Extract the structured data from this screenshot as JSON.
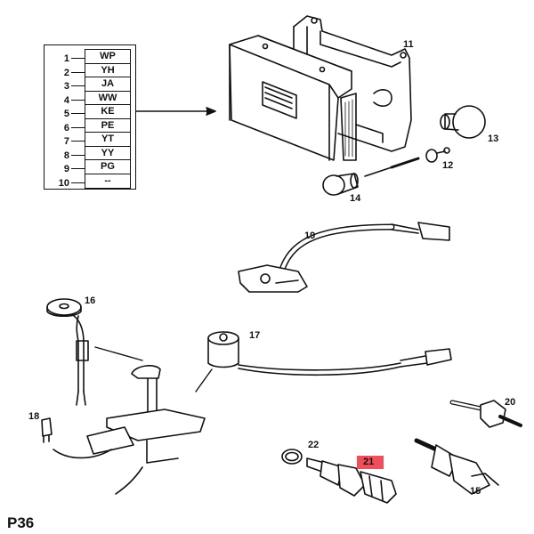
{
  "diagram": {
    "page_id": "P36",
    "connector_codes": {
      "numbers": [
        "1",
        "2",
        "3",
        "4",
        "5",
        "6",
        "7",
        "8",
        "9",
        "10"
      ],
      "codes": [
        "WP",
        "YH",
        "JA",
        "WW",
        "KE",
        "PE",
        "YT",
        "YY",
        "PG",
        "--"
      ]
    },
    "part_labels": {
      "p11": "11",
      "p12": "12",
      "p13": "13",
      "p14": "14",
      "p15": "15",
      "p16": "16",
      "p17": "17",
      "p18": "18",
      "p19": "19",
      "p20": "20",
      "p21": "21",
      "p22": "22"
    },
    "highlighted_part": "21",
    "highlight_color": "#f24d5a"
  }
}
